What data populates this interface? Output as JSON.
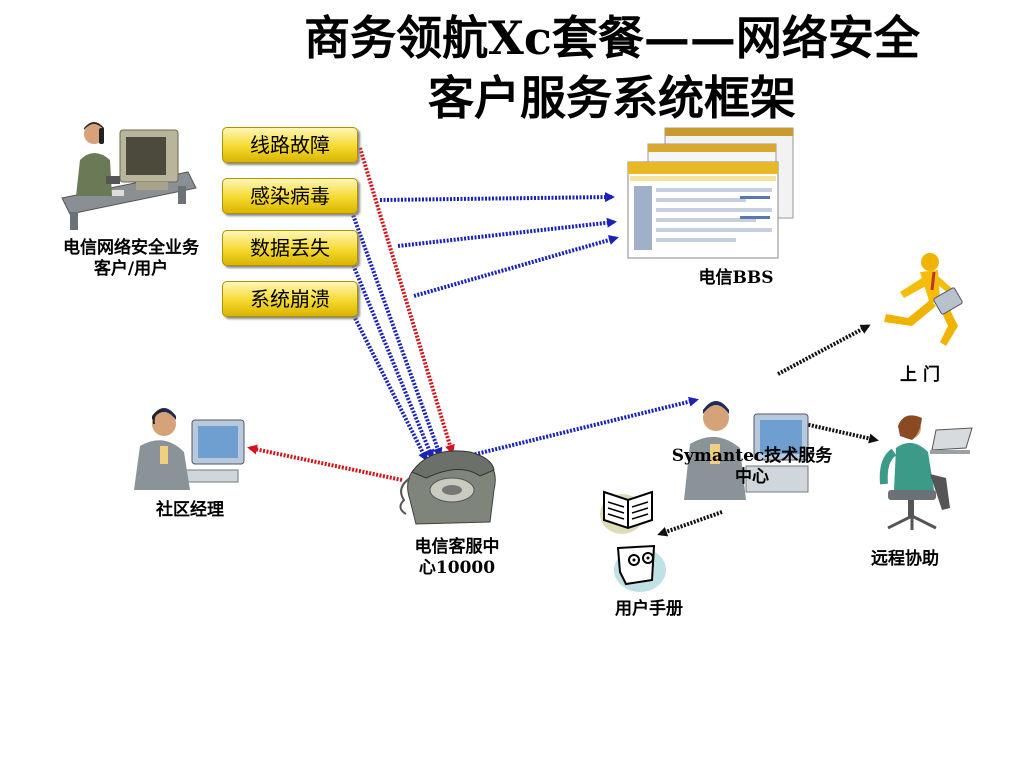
{
  "title": {
    "line1": "商务领航Xc套餐——网络安全",
    "line2": "客户服务系统框架"
  },
  "issues": [
    {
      "label": "线路故障"
    },
    {
      "label": "感染病毒"
    },
    {
      "label": "数据丢失"
    },
    {
      "label": "系统崩溃"
    }
  ],
  "nodes": {
    "customer": {
      "line1": "电信网络安全业务",
      "line2": "客户/用户"
    },
    "bbs": {
      "label": "电信BBS"
    },
    "onsite": {
      "label": "上 门"
    },
    "manager": {
      "label": "社区经理"
    },
    "callcenter": {
      "line1": "电信客服中",
      "line2": "心10000"
    },
    "symantec": {
      "line1": "Symantec技术服务",
      "line2": "中心"
    },
    "remote": {
      "label": "远程协助"
    },
    "manual": {
      "label": "用户手册"
    }
  },
  "colors": {
    "red_arrow": "#d4141c",
    "blue_arrow": "#1a22b8",
    "black_arrow": "#111111",
    "issue_fill": "#f5d92e"
  }
}
